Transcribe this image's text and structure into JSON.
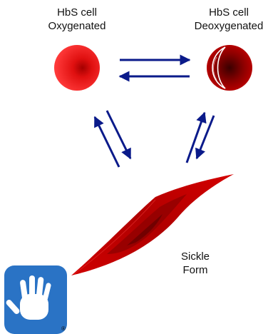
{
  "labels": {
    "oxygenated": {
      "line1": "HbS cell",
      "line2": "Oxygenated"
    },
    "deoxygenated": {
      "line1": "HbS cell",
      "line2": "Deoxygenated"
    },
    "sickle": {
      "line1": "Sickle",
      "line2": "Form"
    }
  },
  "logo": {
    "mark": "®"
  },
  "colors": {
    "arrow": "#0a1a8a",
    "oxygenated_cell": "#ff2a2a",
    "deoxygenated_cell": "#b30000",
    "sickle_cell": "#c40000",
    "logo_badge": "#2a73c5"
  },
  "icons": [
    "open-hand-icon"
  ]
}
